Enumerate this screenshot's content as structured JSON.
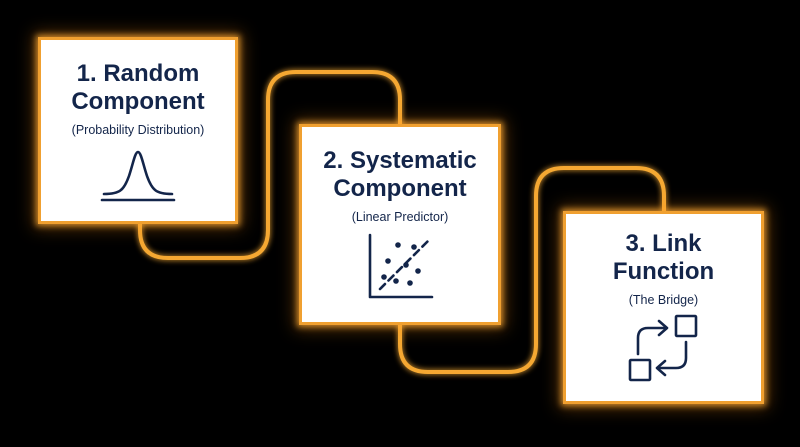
{
  "steps": [
    {
      "title_line1": "1. Random",
      "title_line2": "Component",
      "subtitle": "(Probability Distribution)",
      "icon": "bell-curve-icon"
    },
    {
      "title_line1": "2. Systematic",
      "title_line2": "Component",
      "subtitle": "(Linear Predictor)",
      "icon": "scatter-trendline-icon"
    },
    {
      "title_line1": "3. Link",
      "title_line2": "Function",
      "subtitle": "(The Bridge)",
      "icon": "exchange-arrows-icon"
    }
  ],
  "colors": {
    "background": "#000000",
    "card_fill": "#ffffff",
    "card_border": "#f0a030",
    "connector": "#f5a833",
    "text": "#13254a"
  }
}
